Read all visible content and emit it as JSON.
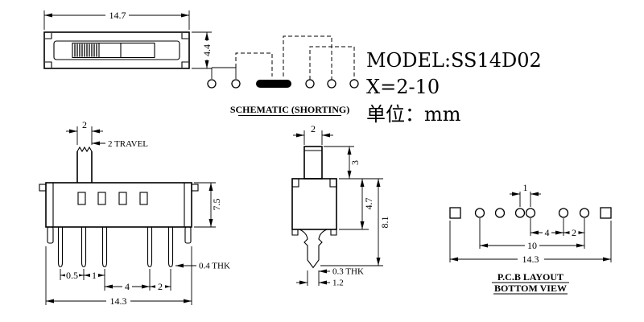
{
  "title_block": {
    "model": "MODEL:SS14D02",
    "x_range": "X=2-10",
    "unit": "单位：mm"
  },
  "labels": {
    "schematic": "SCHEMATIC (SHORTING)",
    "pcb_layout": "P.C.B LAYOUT",
    "bottom_view": "BOTTOM VIEW"
  },
  "top_view": {
    "width": "14.7",
    "height": "4.4"
  },
  "front_view": {
    "knob_width": "2",
    "travel": "2 TRAVEL",
    "body_height": "7.5",
    "thickness": "0.4 THK",
    "pitch_a": "0.5",
    "pitch_b": "1",
    "pitch_c": "4",
    "pitch_d": "2",
    "total_width": "14.3"
  },
  "side_view": {
    "knob_width": "2",
    "knob_height": "3",
    "body_height": "4.7",
    "total_height": "8.1",
    "pin_thickness": "0.3 THK",
    "pin_width": "1.2"
  },
  "pcb_layout": {
    "pitch_small": "1",
    "pitch_mid": "4",
    "pitch_right": "2",
    "span": "10",
    "total_width": "14.3"
  }
}
